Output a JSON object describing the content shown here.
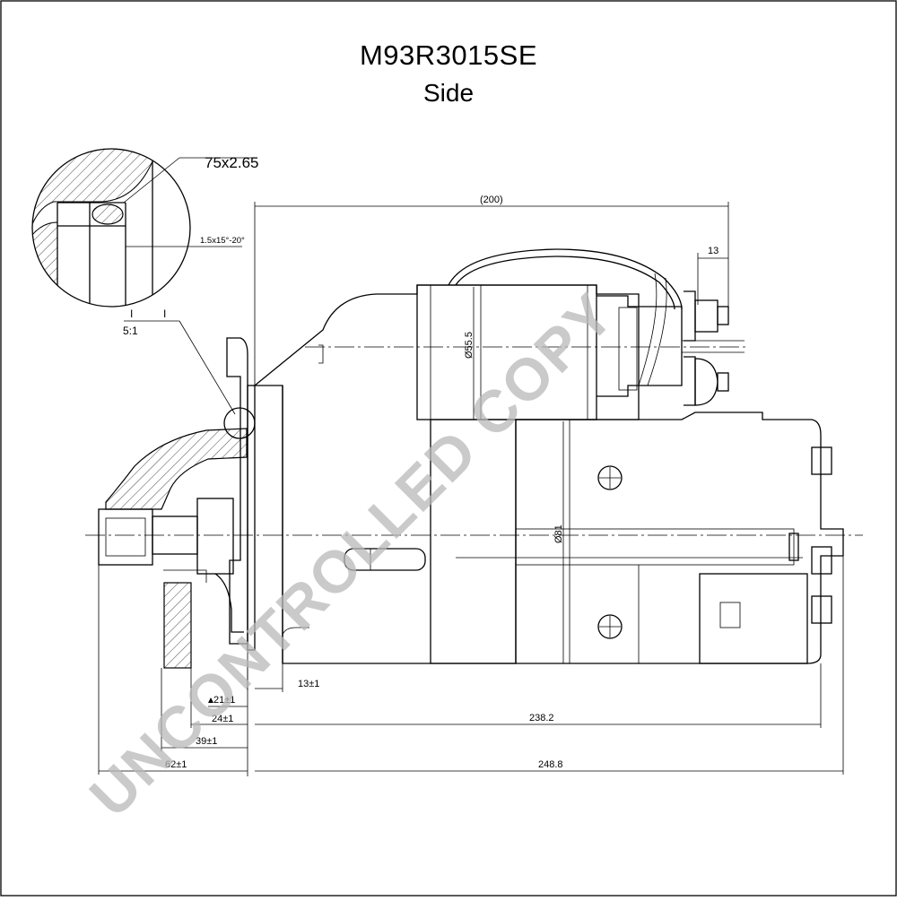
{
  "title": {
    "part_number": "M93R3015SE",
    "view": "Side"
  },
  "watermark": "UNCONTROLLED COPY",
  "detail": {
    "o_ring": "75x2.65",
    "chamfer": "1.5x15°-20°",
    "scale_label": "5:1",
    "ref_left": "I",
    "ref_right": "I"
  },
  "dimensions": {
    "overall_height": "(200)",
    "terminal": "13",
    "solenoid_dia": "Ø55.5",
    "motor_dia": "Ø81",
    "flange_to_pinion": "13±1",
    "d21": "21±1",
    "d24": "24±1",
    "d39": "39±1",
    "d62": "62±1",
    "body_length": "238.2",
    "overall_length": "248.8"
  },
  "colors": {
    "line": "#000000",
    "watermark": "#b9b9b9",
    "hatch_fill": "#e6c9d0"
  }
}
